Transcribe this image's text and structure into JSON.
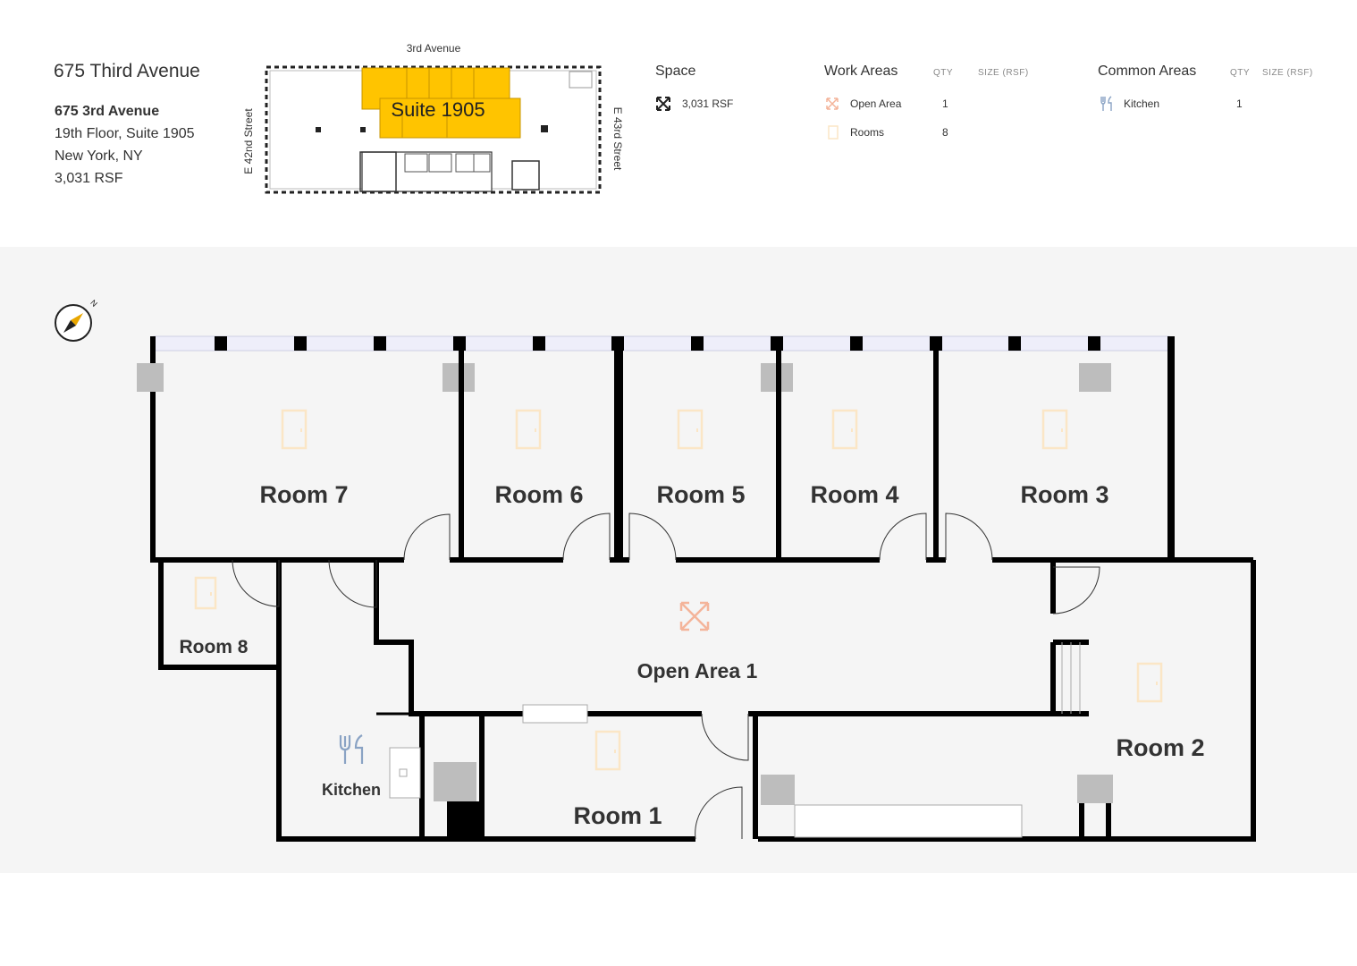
{
  "header": {
    "building_name": "675 Third Avenue",
    "address_line1": "675 3rd Avenue",
    "address_line2": "19th Floor, Suite 1905",
    "address_line3": "New York, NY",
    "address_line4": "3,031 RSF"
  },
  "keyplan": {
    "street_top": "3rd Avenue",
    "street_left": "E 42nd Street",
    "street_right": "E 43rd Street",
    "suite_label": "Suite 1905",
    "highlight_color": "#ffc400"
  },
  "space": {
    "title": "Space",
    "icon": "expand-arrows-icon",
    "value": "3,031 RSF"
  },
  "work_areas": {
    "title": "Work Areas",
    "qty_header": "QTY",
    "size_header": "SIZE (RSF)",
    "rows": [
      {
        "label": "Open Area",
        "qty": "1",
        "icon": "open-area-icon"
      },
      {
        "label": "Rooms",
        "qty": "8",
        "icon": "door-icon"
      }
    ]
  },
  "common_areas": {
    "title": "Common Areas",
    "qty_header": "QTY",
    "size_header": "SIZE (RSF)",
    "rows": [
      {
        "label": "Kitchen",
        "qty": "1",
        "icon": "fork-knife-icon"
      }
    ]
  },
  "floorplan": {
    "rooms": {
      "room7": "Room 7",
      "room6": "Room 6",
      "room5": "Room 5",
      "room4": "Room 4",
      "room3": "Room 3",
      "room8": "Room 8",
      "open_area": "Open Area 1",
      "kitchen": "Kitchen",
      "room1": "Room 1",
      "room2": "Room 2"
    },
    "compass_label": "N",
    "door_icon_color": "#fbe6c6",
    "open_area_icon_color": "#f4b49a",
    "kitchen_icon_color": "#8aa3c4"
  }
}
